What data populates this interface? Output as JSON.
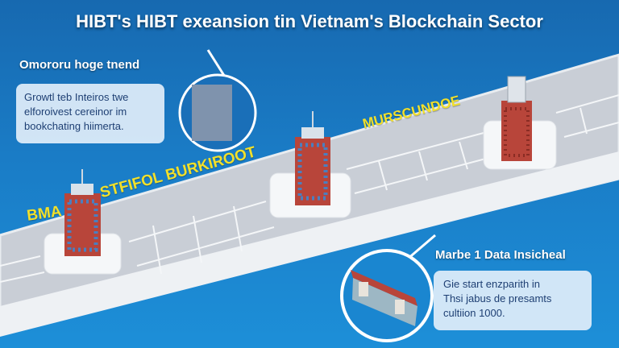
{
  "title": "HIBT's HIBT exeansion tin Vietnam's Blockchain Sector",
  "top_left": {
    "heading": "Omororu hoge tnend",
    "body_lines": [
      "Growtl teb Inteiros twe",
      "elforoivest cereinor im",
      "bookchating hiimerta."
    ]
  },
  "bottom_right": {
    "heading": "Marbe 1 Data Insicheal",
    "body_lines": [
      "Gie start enzparith in",
      "Thsi jabus de presamts",
      "cultiion 1000."
    ]
  },
  "road_labels": {
    "left": "BMA",
    "middle": "STFIFOL BURKIROOT",
    "right": "MURSCUNDOE"
  },
  "colors": {
    "background": "#1a7cc6",
    "road": "#c9ced6",
    "label_yellow": "#f2e02a",
    "brick": "#b8453a"
  }
}
